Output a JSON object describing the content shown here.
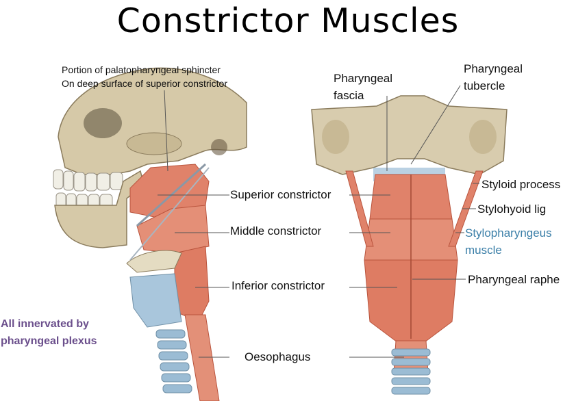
{
  "title": "Constrictor Muscles",
  "note_top": {
    "line1": "Portion of palatopharyngeal sphincter",
    "line2": "On deep surface of superior constrictor"
  },
  "labels": {
    "superior": "Superior constrictor",
    "middle": "Middle constrictor",
    "inferior": "Inferior constrictor",
    "oesophagus": "Oesophagus",
    "pharyngeal_fascia_1": "Pharyngeal",
    "pharyngeal_fascia_2": "fascia",
    "pharyngeal_tubercle_1": "Pharyngeal",
    "pharyngeal_tubercle_2": "tubercle",
    "styloid": "Styloid process",
    "stylohyoid": "Stylohyoid lig",
    "stylopharyngeus_1": "Stylopharyngeus",
    "stylopharyngeus_2": "muscle",
    "raphe": "Pharyngeal raphe"
  },
  "innervation": {
    "line1": "All innervated by",
    "line2": "pharyngeal plexus"
  },
  "colors": {
    "muscle": "#e0826a",
    "bone": "#d8ccae",
    "cartilage": "#a9c6dc",
    "label_blue": "#3b7fa8",
    "label_purple": "#6b4f8c"
  }
}
